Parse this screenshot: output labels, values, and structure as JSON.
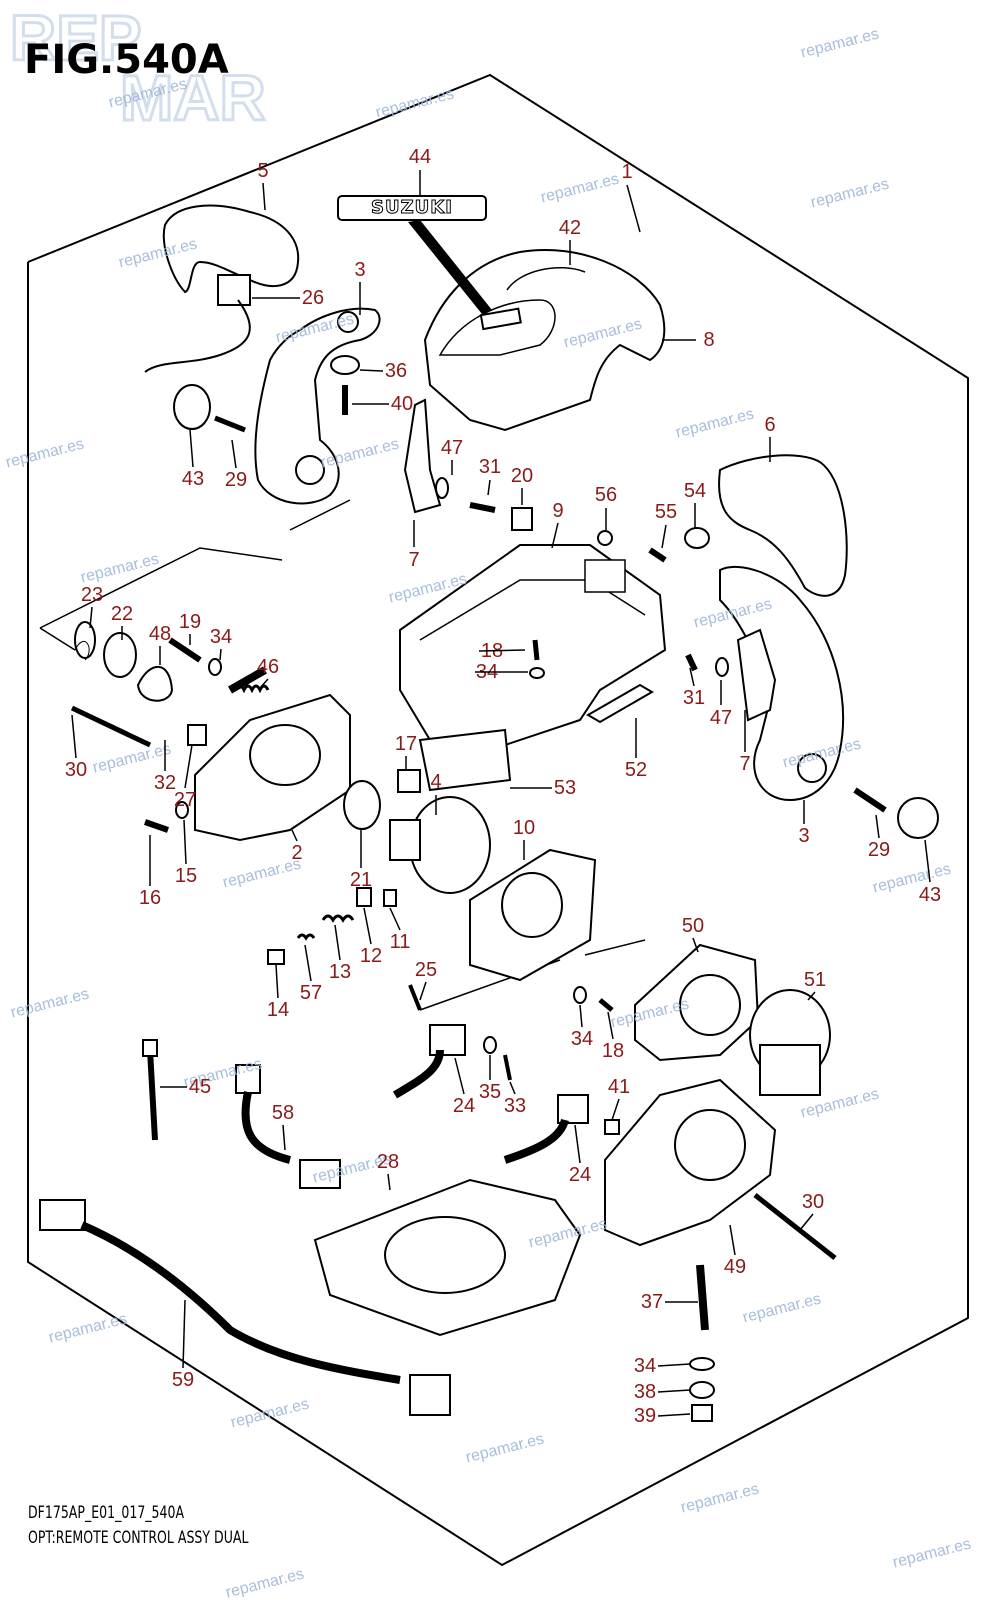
{
  "figure": {
    "title": "FIG.540A",
    "code": "DF175AP_E01_017_540A",
    "subtitle": "OPT:REMOTE CONTROL ASSY DUAL"
  },
  "brand_badge": "SUZUKI",
  "watermark": "repamar.es",
  "logo_lettering": "REPAMAR",
  "callouts": [
    {
      "id": "c1",
      "label": "1"
    },
    {
      "id": "c2",
      "label": "2"
    },
    {
      "id": "c3a",
      "label": "3"
    },
    {
      "id": "c3b",
      "label": "3"
    },
    {
      "id": "c4",
      "label": "4"
    },
    {
      "id": "c5",
      "label": "5"
    },
    {
      "id": "c6",
      "label": "6"
    },
    {
      "id": "c7a",
      "label": "7"
    },
    {
      "id": "c7b",
      "label": "7"
    },
    {
      "id": "c8",
      "label": "8"
    },
    {
      "id": "c9",
      "label": "9"
    },
    {
      "id": "c10",
      "label": "10"
    },
    {
      "id": "c11",
      "label": "11"
    },
    {
      "id": "c12",
      "label": "12"
    },
    {
      "id": "c13",
      "label": "13"
    },
    {
      "id": "c14",
      "label": "14"
    },
    {
      "id": "c15",
      "label": "15"
    },
    {
      "id": "c16",
      "label": "16"
    },
    {
      "id": "c17",
      "label": "17"
    },
    {
      "id": "c18a",
      "label": "18"
    },
    {
      "id": "c18b",
      "label": "18"
    },
    {
      "id": "c19",
      "label": "19"
    },
    {
      "id": "c20",
      "label": "20"
    },
    {
      "id": "c21",
      "label": "21"
    },
    {
      "id": "c22",
      "label": "22"
    },
    {
      "id": "c23",
      "label": "23"
    },
    {
      "id": "c24a",
      "label": "24"
    },
    {
      "id": "c24b",
      "label": "24"
    },
    {
      "id": "c25",
      "label": "25"
    },
    {
      "id": "c26",
      "label": "26"
    },
    {
      "id": "c27",
      "label": "27"
    },
    {
      "id": "c28",
      "label": "28"
    },
    {
      "id": "c29a",
      "label": "29"
    },
    {
      "id": "c29b",
      "label": "29"
    },
    {
      "id": "c30a",
      "label": "30"
    },
    {
      "id": "c30b",
      "label": "30"
    },
    {
      "id": "c31a",
      "label": "31"
    },
    {
      "id": "c31b",
      "label": "31"
    },
    {
      "id": "c32",
      "label": "32"
    },
    {
      "id": "c33",
      "label": "33"
    },
    {
      "id": "c34a",
      "label": "34"
    },
    {
      "id": "c34b",
      "label": "34"
    },
    {
      "id": "c34c",
      "label": "34"
    },
    {
      "id": "c34d",
      "label": "34"
    },
    {
      "id": "c35",
      "label": "35"
    },
    {
      "id": "c36",
      "label": "36"
    },
    {
      "id": "c37",
      "label": "37"
    },
    {
      "id": "c38",
      "label": "38"
    },
    {
      "id": "c39",
      "label": "39"
    },
    {
      "id": "c40",
      "label": "40"
    },
    {
      "id": "c41",
      "label": "41"
    },
    {
      "id": "c42",
      "label": "42"
    },
    {
      "id": "c43a",
      "label": "43"
    },
    {
      "id": "c43b",
      "label": "43"
    },
    {
      "id": "c44",
      "label": "44"
    },
    {
      "id": "c45",
      "label": "45"
    },
    {
      "id": "c46",
      "label": "46"
    },
    {
      "id": "c47a",
      "label": "47"
    },
    {
      "id": "c47b",
      "label": "47"
    },
    {
      "id": "c48",
      "label": "48"
    },
    {
      "id": "c49",
      "label": "49"
    },
    {
      "id": "c50",
      "label": "50"
    },
    {
      "id": "c51",
      "label": "51"
    },
    {
      "id": "c52",
      "label": "52"
    },
    {
      "id": "c53",
      "label": "53"
    },
    {
      "id": "c54",
      "label": "54"
    },
    {
      "id": "c55",
      "label": "55"
    },
    {
      "id": "c56",
      "label": "56"
    },
    {
      "id": "c57",
      "label": "57"
    },
    {
      "id": "c58",
      "label": "58"
    },
    {
      "id": "c59",
      "label": "59"
    }
  ],
  "colors": {
    "callout": "#8b1a1a",
    "line": "#000000",
    "watermark": "#9fb7d6",
    "logo": "#7f9fcf"
  }
}
